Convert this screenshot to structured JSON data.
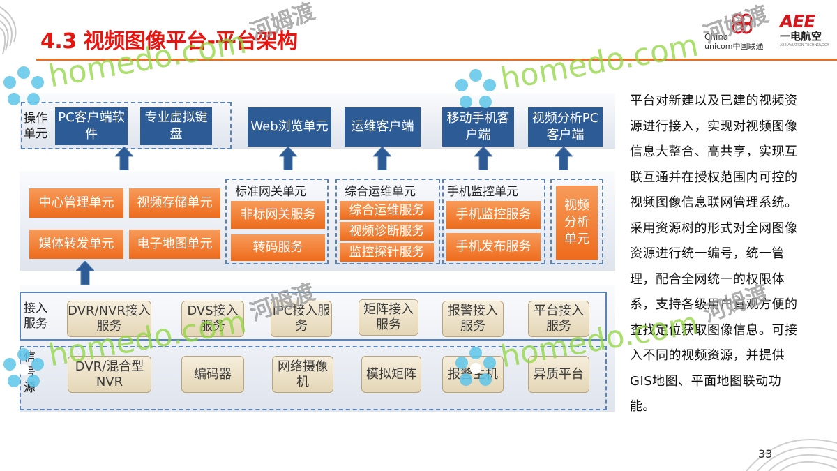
{
  "slide": {
    "title": "4.3 视频图像平台-平台架构",
    "page_number": "33"
  },
  "logos": {
    "unicom_line1": "China",
    "unicom_line2": "unicom中国联通",
    "aee_mark": "AEE",
    "aee_cn": "一电航空",
    "aee_en": "AEE AVIATION TECHNOLOGY"
  },
  "watermarks": {
    "latin": "homedo.com",
    "cn": "河姆渡"
  },
  "diagram": {
    "operation": {
      "label": "操作单元",
      "boxes": [
        "PC客户端软件",
        "专业虚拟键盘",
        "Web浏览单元",
        "运维客户端",
        "移动手机客户端",
        "视频分析PC客户端"
      ]
    },
    "platform": {
      "left_boxes": [
        "中心管理单元",
        "视频存储单元",
        "媒体转发单元",
        "电子地图单元"
      ],
      "gateway": {
        "title": "标准网关单元",
        "items": [
          "非标网关服务",
          "转码服务"
        ]
      },
      "ops": {
        "title": "综合运维单元",
        "items": [
          "综合运维服务",
          "视频诊断服务",
          "监控探针服务"
        ]
      },
      "mobile": {
        "title": "手机监控单元",
        "items": [
          "手机监控服务",
          "手机发布服务"
        ]
      },
      "analysis": "视频分析单元"
    },
    "access": {
      "label": "接入服务",
      "items": [
        "DVR/NVR接入服务",
        "DVS接入服务",
        "IPC接入服务",
        "矩阵接入服务",
        "报警接入服务",
        "平台接入服务"
      ]
    },
    "source": {
      "label": "信号源",
      "items": [
        "DVR/混合型NVR",
        "编码器",
        "网络摄像机",
        "模拟矩阵",
        "报警主机",
        "异质平台"
      ]
    }
  },
  "description": "平台对新建以及已建的视频资源进行接入，实现对视频图像信息大整合、高共享，实现互联互通并在授权范围内可控的视频图像信息联网管理系统。采用资源树的形式对全网图像资源进行统一编号，统一管理，配合全网统一的权限体系，支持各级用户直观方便的查找定位获取图像信息。可接入不同的视频资源，并提供GIS地图、平面地图联动功能。",
  "colors": {
    "title": "#e8140f",
    "rule": "#ef6b1f",
    "blue_box": "#2d5b96",
    "orange_box": "#ee6b1c",
    "beige_box": "#f6eedc",
    "arrow": "#2d5b96"
  }
}
